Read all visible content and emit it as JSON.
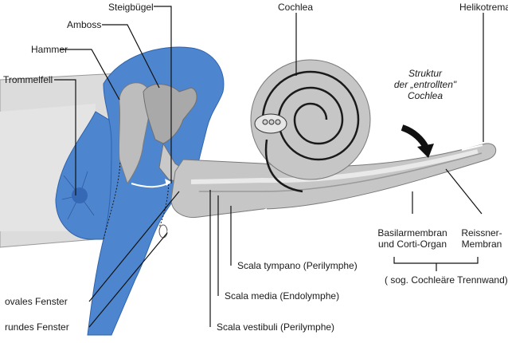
{
  "labels": {
    "steigbuegel": "Steigbügel",
    "amboss": "Amboss",
    "hammer": "Hammer",
    "trommelfell": "Trommelfell",
    "cochlea": "Cochlea",
    "helikotrema": "Helikotrema",
    "struktur_line1": "Struktur",
    "struktur_line2": "der „entrollten\"",
    "struktur_line3": "Cochlea",
    "basilar_line1": "Basilarmembran",
    "basilar_line2": "und Corti-Organ",
    "reissner_line1": "Reissner-",
    "reissner_line2": "Membran",
    "trennwand": "( sog. Cochleäre Trennwand)",
    "scala_tympano": "Scala tympano (Perilymphe)",
    "scala_media": "Scala media (Endolymphe)",
    "scala_vestibuli": "Scala vestibuli (Perilymphe)",
    "ovales_fenster": "ovales Fenster",
    "rundes_fenster": "rundes Fenster"
  },
  "colors": {
    "blue": "#4d86cf",
    "blue_dark": "#2f63ad",
    "grey_light": "#dcdcdc",
    "grey_mid": "#b9b9b9",
    "grey_dark": "#8a8a8a",
    "ossicle": "#bdbdbd",
    "line": "#1a1a1a"
  }
}
